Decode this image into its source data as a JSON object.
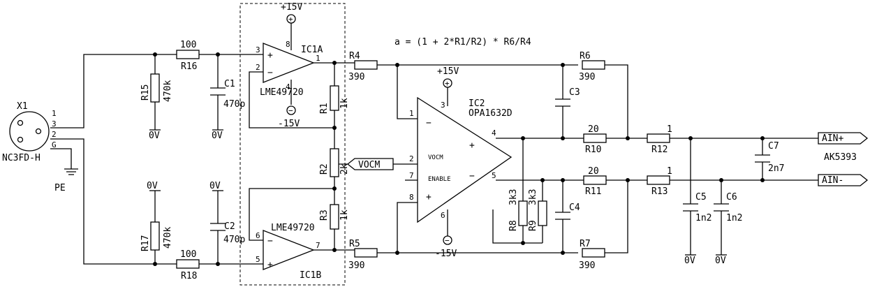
{
  "formula": "a = (1 + 2*R1/R2) * R6/R4",
  "connector": {
    "ref": "X1",
    "part": "NC3FD-H",
    "pins": [
      "1",
      "3",
      "2",
      "G"
    ]
  },
  "pe": "PE",
  "gnd": "0V",
  "pos_supply": "+15V",
  "neg_supply": "-15V",
  "r15": {
    "ref": "R15",
    "value": "470k"
  },
  "r17": {
    "ref": "R17",
    "value": "470k"
  },
  "r16": {
    "ref": "R16",
    "value": "100"
  },
  "r18": {
    "ref": "R18",
    "value": "100"
  },
  "c1": {
    "ref": "C1",
    "value": "470p"
  },
  "c2": {
    "ref": "C2",
    "value": "470p"
  },
  "ic1a": {
    "ref": "IC1A",
    "part": "LME49720",
    "pins": [
      "3",
      "2",
      "1",
      "8",
      "4"
    ]
  },
  "ic1b": {
    "ref": "IC1B",
    "part": "LME49720",
    "pins": [
      "6",
      "5",
      "7"
    ]
  },
  "r1": {
    "ref": "R1",
    "value": "1k"
  },
  "r2": {
    "ref": "R2",
    "value": "2k"
  },
  "r3": {
    "ref": "R3",
    "value": "1k"
  },
  "vocm": "VOCM",
  "r4": {
    "ref": "R4",
    "value": "390"
  },
  "r5": {
    "ref": "R5",
    "value": "390"
  },
  "ic2": {
    "ref": "IC2",
    "part": "OPA1632D",
    "pins": [
      "1",
      "2",
      "7",
      "8",
      "3",
      "6",
      "4",
      "5"
    ],
    "vocm_pin": "VOCM",
    "enable_pin": "ENABLE"
  },
  "r6": {
    "ref": "R6",
    "value": "390"
  },
  "r7": {
    "ref": "R7",
    "value": "390"
  },
  "c3": {
    "ref": "C3"
  },
  "c4": {
    "ref": "C4"
  },
  "r8": {
    "ref": "R8",
    "value": "3k3"
  },
  "r9": {
    "ref": "R9",
    "value": "3k3"
  },
  "r10": {
    "ref": "R10",
    "value": "20"
  },
  "r11": {
    "ref": "R11",
    "value": "20"
  },
  "r12": {
    "ref": "R12",
    "value": "1"
  },
  "r13": {
    "ref": "R13",
    "value": "1"
  },
  "c5": {
    "ref": "C5",
    "value": "1n2"
  },
  "c6": {
    "ref": "C6",
    "value": "1n2"
  },
  "c7": {
    "ref": "C7",
    "value": "2n7"
  },
  "ain_pos": "AIN+",
  "ain_neg": "AIN-",
  "adc": "AK5393"
}
